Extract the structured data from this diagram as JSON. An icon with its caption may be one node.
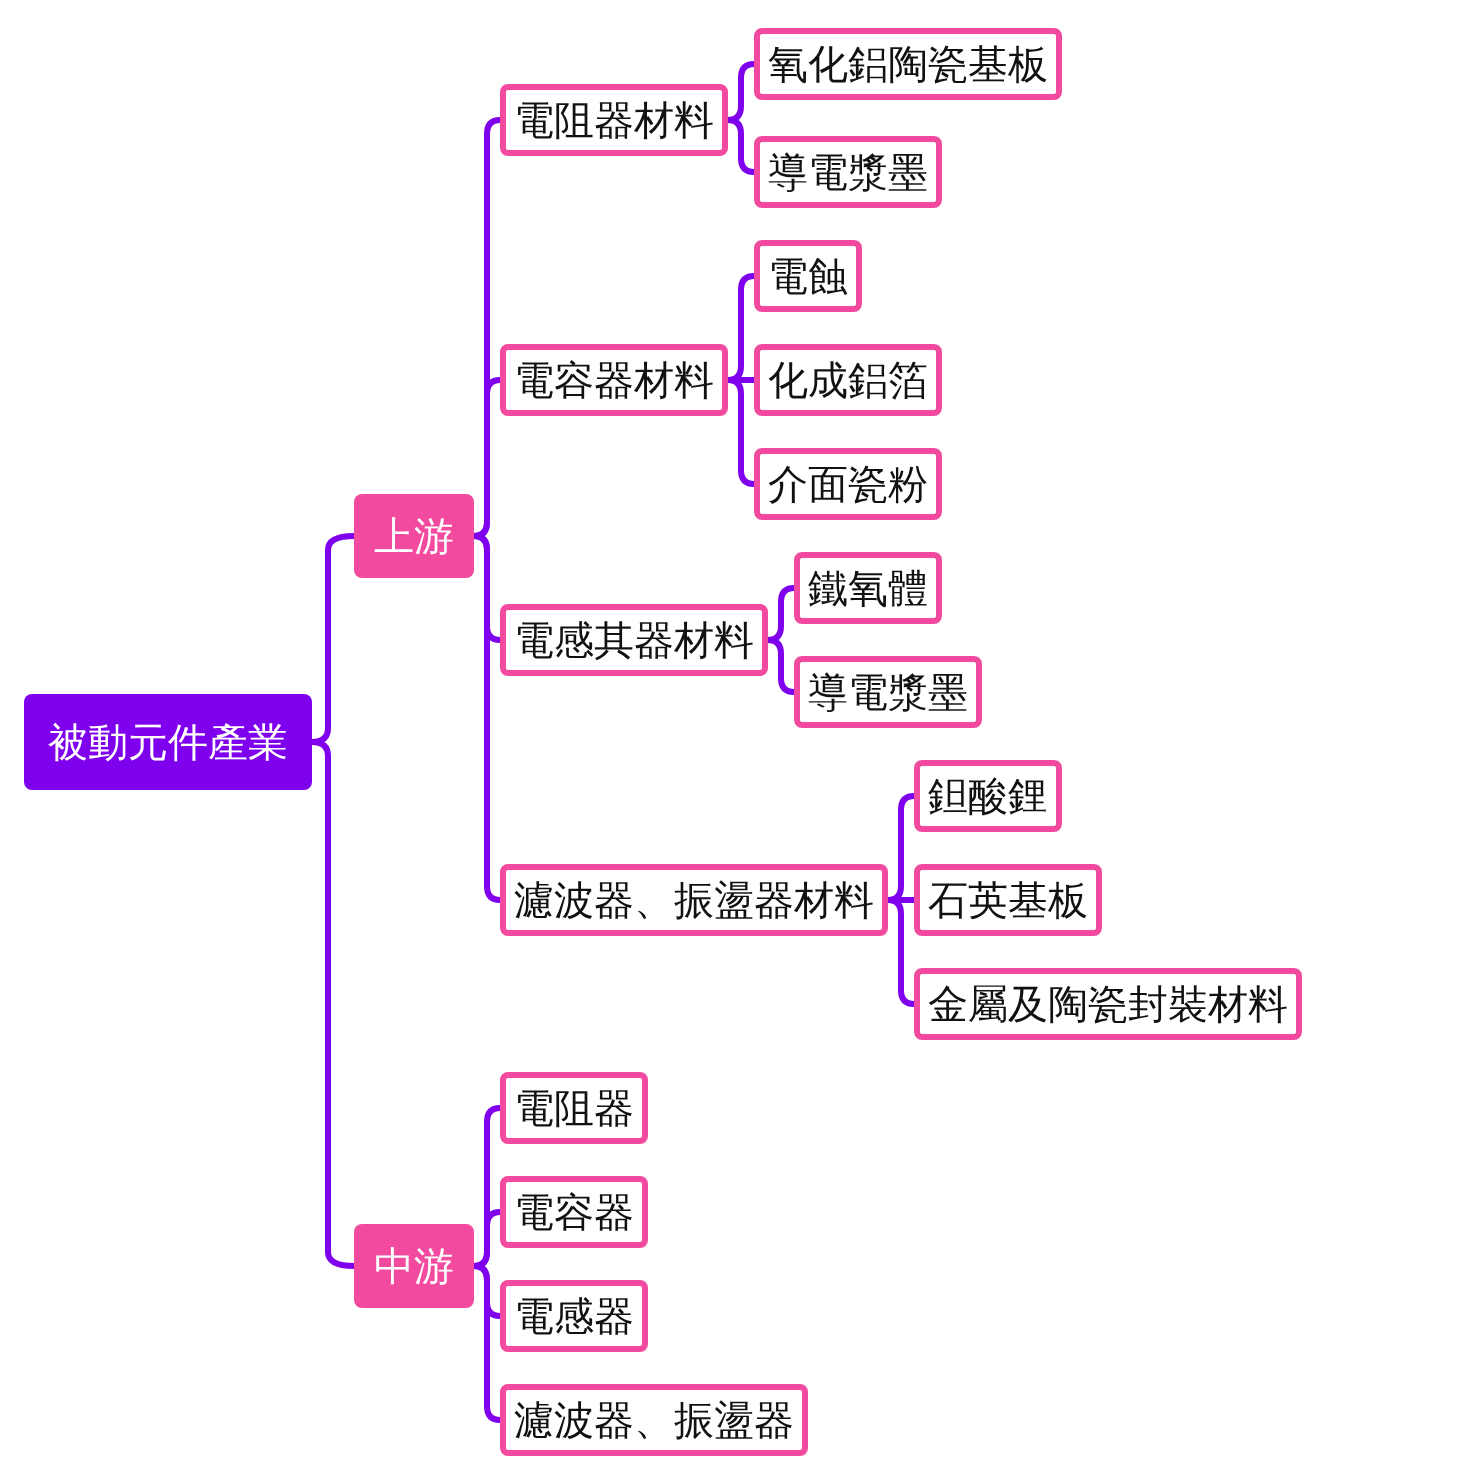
{
  "diagram": {
    "nodes": [
      {
        "text": [
          "被動元件產業"
        ]
      },
      {
        "text": [
          "上游"
        ]
      },
      {
        "text": [
          "電阻器材料"
        ]
      },
      {
        "text": [
          "氧化鋁陶瓷基板"
        ]
      },
      {
        "text": [
          "導電漿墨"
        ]
      },
      {
        "text": [
          "電容器材料"
        ]
      },
      {
        "text": [
          "電蝕"
        ]
      },
      {
        "text": [
          "化成鋁箔"
        ]
      },
      {
        "text": [
          "介面瓷粉"
        ]
      },
      {
        "text": [
          "電感其器材料"
        ]
      },
      {
        "text": [
          "鐵氧體"
        ]
      },
      {
        "text": [
          "導電漿墨"
        ]
      },
      {
        "text": [
          "濾波器、振盪器材料"
        ]
      },
      {
        "text": [
          "鉭酸鋰"
        ]
      },
      {
        "text": [
          "石英基板"
        ]
      },
      {
        "text": [
          "金屬及陶瓷封裝材料"
        ]
      },
      {
        "text": [
          "中游"
        ]
      },
      {
        "text": [
          "電阻器"
        ]
      },
      {
        "text": [
          "電容器"
        ]
      },
      {
        "text": [
          "電感器"
        ]
      },
      {
        "text": [
          "濾波器、振盪器"
        ]
      }
    ],
    "edges": [
      {
        "from": 0,
        "to": 1,
        "arrow": "none"
      },
      {
        "from": 0,
        "to": 16,
        "arrow": "none"
      },
      {
        "from": 1,
        "to": 2,
        "arrow": "none"
      },
      {
        "from": 1,
        "to": 5,
        "arrow": "none"
      },
      {
        "from": 1,
        "to": 9,
        "arrow": "none"
      },
      {
        "from": 1,
        "to": 12,
        "arrow": "none"
      },
      {
        "from": 2,
        "to": 3,
        "arrow": "none"
      },
      {
        "from": 2,
        "to": 4,
        "arrow": "none"
      },
      {
        "from": 5,
        "to": 6,
        "arrow": "none"
      },
      {
        "from": 5,
        "to": 7,
        "arrow": "none"
      },
      {
        "from": 5,
        "to": 8,
        "arrow": "none"
      },
      {
        "from": 9,
        "to": 10,
        "arrow": "none"
      },
      {
        "from": 9,
        "to": 11,
        "arrow": "none"
      },
      {
        "from": 12,
        "to": 13,
        "arrow": "none"
      },
      {
        "from": 12,
        "to": 14,
        "arrow": "none"
      },
      {
        "from": 12,
        "to": 15,
        "arrow": "none"
      },
      {
        "from": 16,
        "to": 17,
        "arrow": "none"
      },
      {
        "from": 16,
        "to": 18,
        "arrow": "none"
      },
      {
        "from": 16,
        "to": 19,
        "arrow": "none"
      },
      {
        "from": 16,
        "to": 20,
        "arrow": "none"
      }
    ]
  }
}
